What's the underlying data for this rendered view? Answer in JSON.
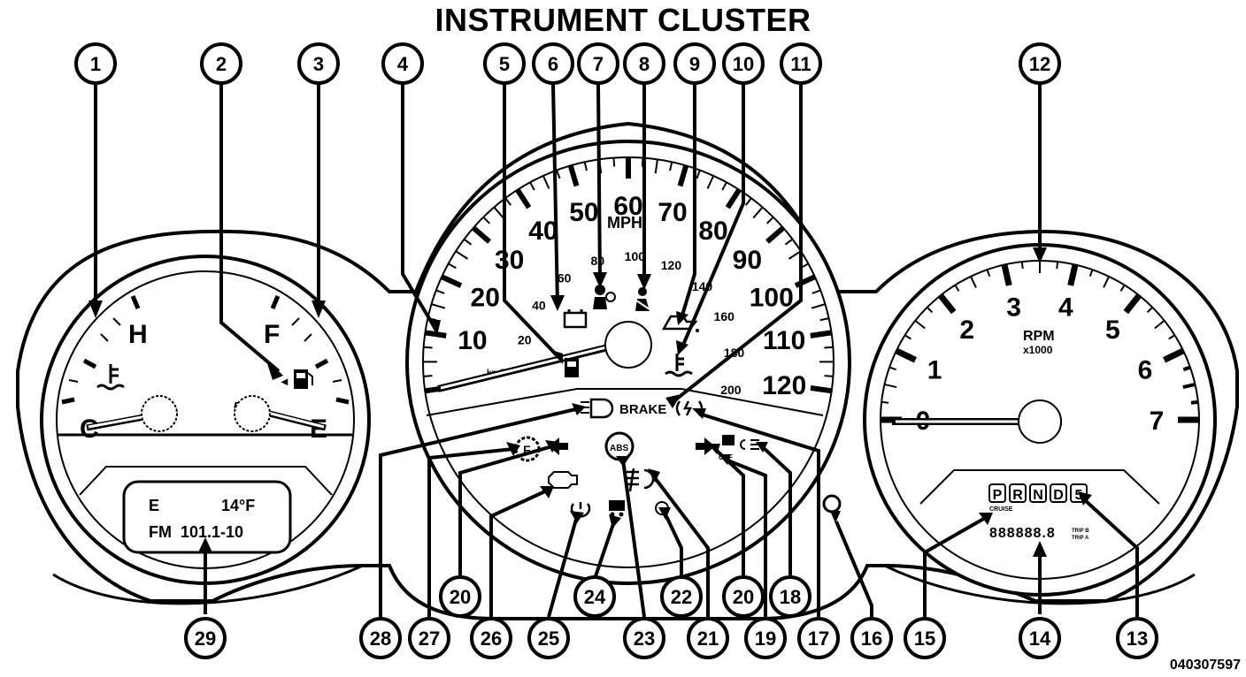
{
  "title": "INSTRUMENT CLUSTER",
  "figure_id": "040307597",
  "callouts": [
    "1",
    "2",
    "3",
    "4",
    "5",
    "6",
    "7",
    "8",
    "9",
    "10",
    "11",
    "12",
    "13",
    "14",
    "15",
    "16",
    "17",
    "18",
    "19",
    "20",
    "21",
    "22",
    "23",
    "24",
    "25",
    "26",
    "27",
    "28",
    "29"
  ],
  "left_gauge": {
    "temp_high": "H",
    "temp_low": "C",
    "fuel_full": "F",
    "fuel_empty": "E"
  },
  "display": {
    "compass": "E",
    "temperature": "14°F",
    "radio": "FM  101.1-10"
  },
  "speedometer": {
    "mph_ticks": [
      "10",
      "20",
      "30",
      "40",
      "50",
      "60",
      "70",
      "80",
      "90",
      "100",
      "110",
      "120"
    ],
    "kmh_ticks": [
      "20",
      "40",
      "60",
      "80",
      "100",
      "120",
      "140",
      "160",
      "180",
      "200"
    ],
    "unit": "MPH",
    "kmh_unit": "km/h",
    "brake_text": "BRAKE"
  },
  "tachometer": {
    "ticks": [
      "0",
      "1",
      "2",
      "3",
      "4",
      "5",
      "6",
      "7"
    ],
    "unit": "RPM",
    "multiplier": "x1000",
    "gears": [
      "P",
      "R",
      "N",
      "D",
      "5"
    ],
    "cruise": "CRUISE",
    "odometer": "888888.8",
    "trip_b": "TRIP B",
    "trip_a": "TRIP A"
  },
  "telltales": {
    "off_text": "OFF",
    "abs_text": "ABS",
    "fuel_door": "◂"
  }
}
